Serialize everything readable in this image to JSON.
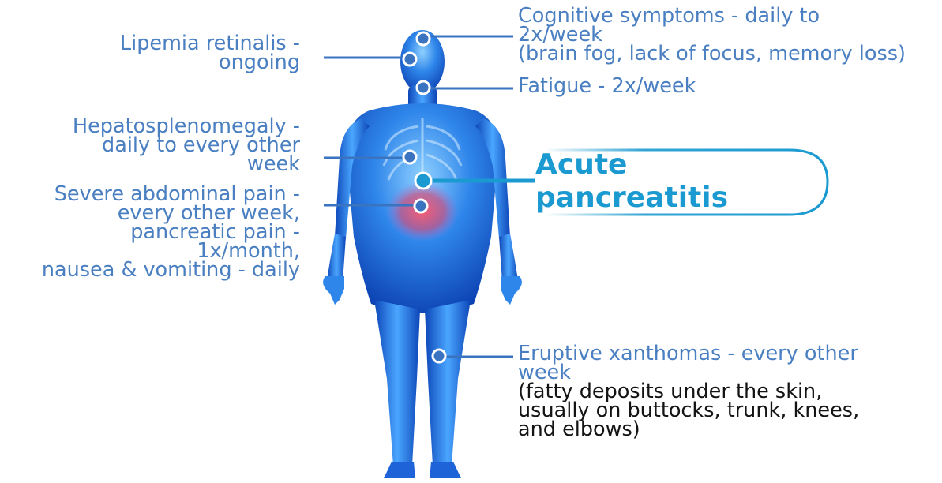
{
  "callouts": {
    "lipemia": {
      "line1": "Lipemia retinalis -",
      "line2": "ongoing"
    },
    "hepato": {
      "line1": "Hepatosplenomegaly -",
      "line2": "daily to every other",
      "line3": "week"
    },
    "abdominal": {
      "line1": "Severe abdominal pain -",
      "line2": "every other week,",
      "line3": "pancreatic pain -",
      "line4": "1x/month,",
      "line5": "nausea & vomiting - daily"
    },
    "cognitive": {
      "line1": "Cognitive symptoms - daily to",
      "line2": "2x/week",
      "line3": "(brain fog, lack of focus, memory loss)"
    },
    "fatigue": {
      "line1": "Fatigue - 2x/week"
    },
    "acute": {
      "line1": "Acute",
      "line2": "pancreatitis"
    },
    "xanthomas": {
      "line1": "Eruptive xanthomas - every other",
      "line2": "week",
      "note1": "(fatty deposits under the skin,",
      "note2": "usually on buttocks, trunk, knees,",
      "note3": "and elbows)"
    }
  },
  "colors": {
    "label_blue": "#4a7fc1",
    "accent_cyan": "#1a9ad0",
    "body_blue": "#1e63d8",
    "body_light": "#63b8ff",
    "pain_red": "#e04060"
  }
}
